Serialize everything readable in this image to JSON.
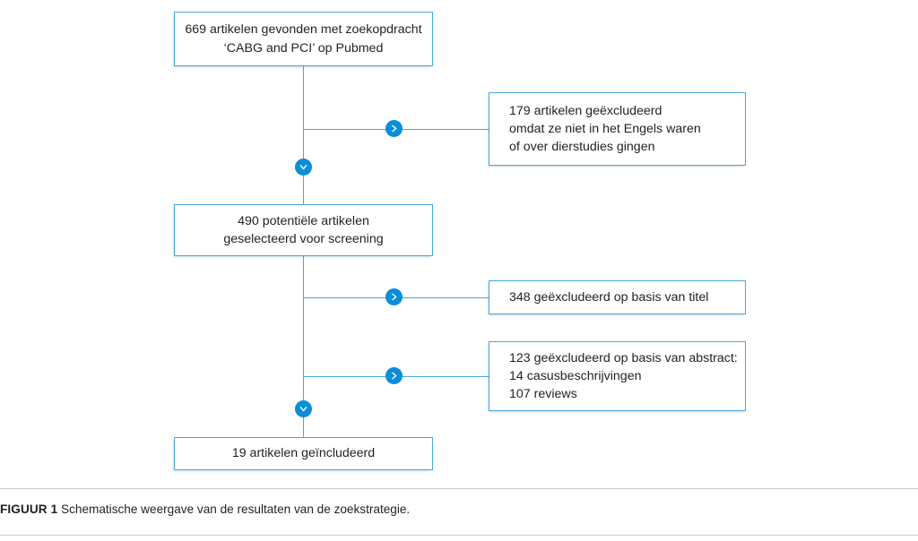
{
  "figure": {
    "caption_label": "FIGUUR 1",
    "caption_text": "Schematische weergave van de resultaten van de zoekstrategie.",
    "accent_color": "#45a9dd",
    "marker_color": "#0a8ed9",
    "text_color": "#231f20",
    "rule_color": "#c9c9c9",
    "background_color": "#ffffff"
  },
  "flowchart": {
    "type": "prisma-flow-diagram",
    "nodes": [
      {
        "id": "found",
        "align": "center",
        "text": "669 artikelen gevonden met zoekopdracht\n‘CABG and PCI’ op Pubmed",
        "count": 669
      },
      {
        "id": "excluded-language",
        "align": "left",
        "text": "179 artikelen geëxcludeerd\nomdat ze niet in het Engels waren\nof over dierstudies gingen",
        "count": 179
      },
      {
        "id": "screened",
        "align": "center",
        "text": "490 potentiële artikelen\ngeselecteerd voor screening",
        "count": 490
      },
      {
        "id": "excluded-title",
        "align": "left",
        "text": "348 geëxcludeerd op basis van titel",
        "count": 348
      },
      {
        "id": "excluded-abstract",
        "align": "left",
        "text": "123 geëxcludeerd op basis van abstract:\n   14 casusbeschrijvingen\n   107 reviews",
        "count": 123
      },
      {
        "id": "included",
        "align": "center",
        "text": "19 artikelen geïncludeerd",
        "count": 19
      }
    ],
    "markers": [
      {
        "id": "down-1",
        "icon": "chevron-down-icon"
      },
      {
        "id": "down-2",
        "icon": "chevron-down-icon"
      },
      {
        "id": "right-1",
        "icon": "chevron-right-icon"
      },
      {
        "id": "right-2",
        "icon": "chevron-right-icon"
      },
      {
        "id": "right-3",
        "icon": "chevron-right-icon"
      }
    ]
  }
}
